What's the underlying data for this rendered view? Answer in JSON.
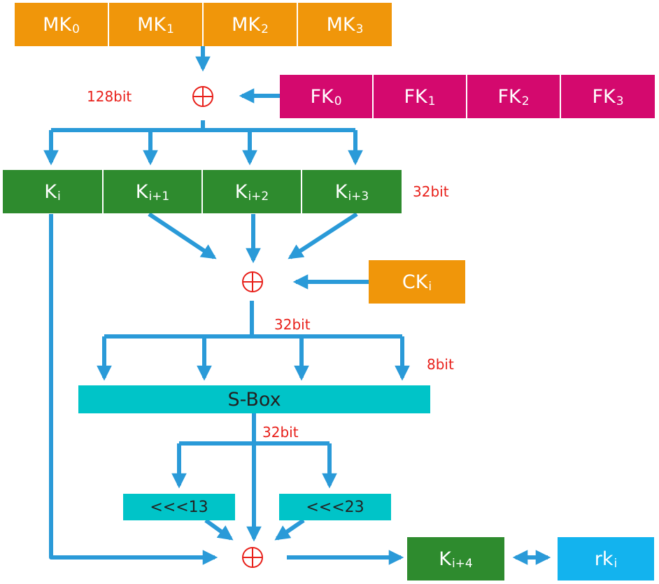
{
  "mk": [
    {
      "base": "MK",
      "sub": "0"
    },
    {
      "base": "MK",
      "sub": "1"
    },
    {
      "base": "MK",
      "sub": "2"
    },
    {
      "base": "MK",
      "sub": "3"
    }
  ],
  "fk": [
    {
      "base": "FK",
      "sub": "0"
    },
    {
      "base": "FK",
      "sub": "1"
    },
    {
      "base": "FK",
      "sub": "2"
    },
    {
      "base": "FK",
      "sub": "3"
    }
  ],
  "k": [
    {
      "base": "K",
      "sub": "i"
    },
    {
      "base": "K",
      "sub": "i+1"
    },
    {
      "base": "K",
      "sub": "i+2"
    },
    {
      "base": "K",
      "sub": "i+3"
    }
  ],
  "ck": {
    "base": "CK",
    "sub": "i"
  },
  "sbox": "S-Box",
  "rot13": "<<<13",
  "rot23": "<<<23",
  "k_next": {
    "base": "K",
    "sub": "i+4"
  },
  "rk": {
    "base": "rk",
    "sub": "i"
  },
  "labels": {
    "bits128": "128bit",
    "bits32_k": "32bit",
    "bits32_ck": "32bit",
    "bits8": "8bit",
    "bits32_sbox": "32bit"
  },
  "colors": {
    "mk": "#f0960a",
    "fk": "#d4096e",
    "k": "#2e8b2e",
    "ck": "#f0960a",
    "sbox": "#00c4c8",
    "rotate": "#00c4c8",
    "rk": "#13b3ee",
    "arrow": "#2a9ad8",
    "xor": "#e8201a",
    "label": "#e8201a"
  }
}
